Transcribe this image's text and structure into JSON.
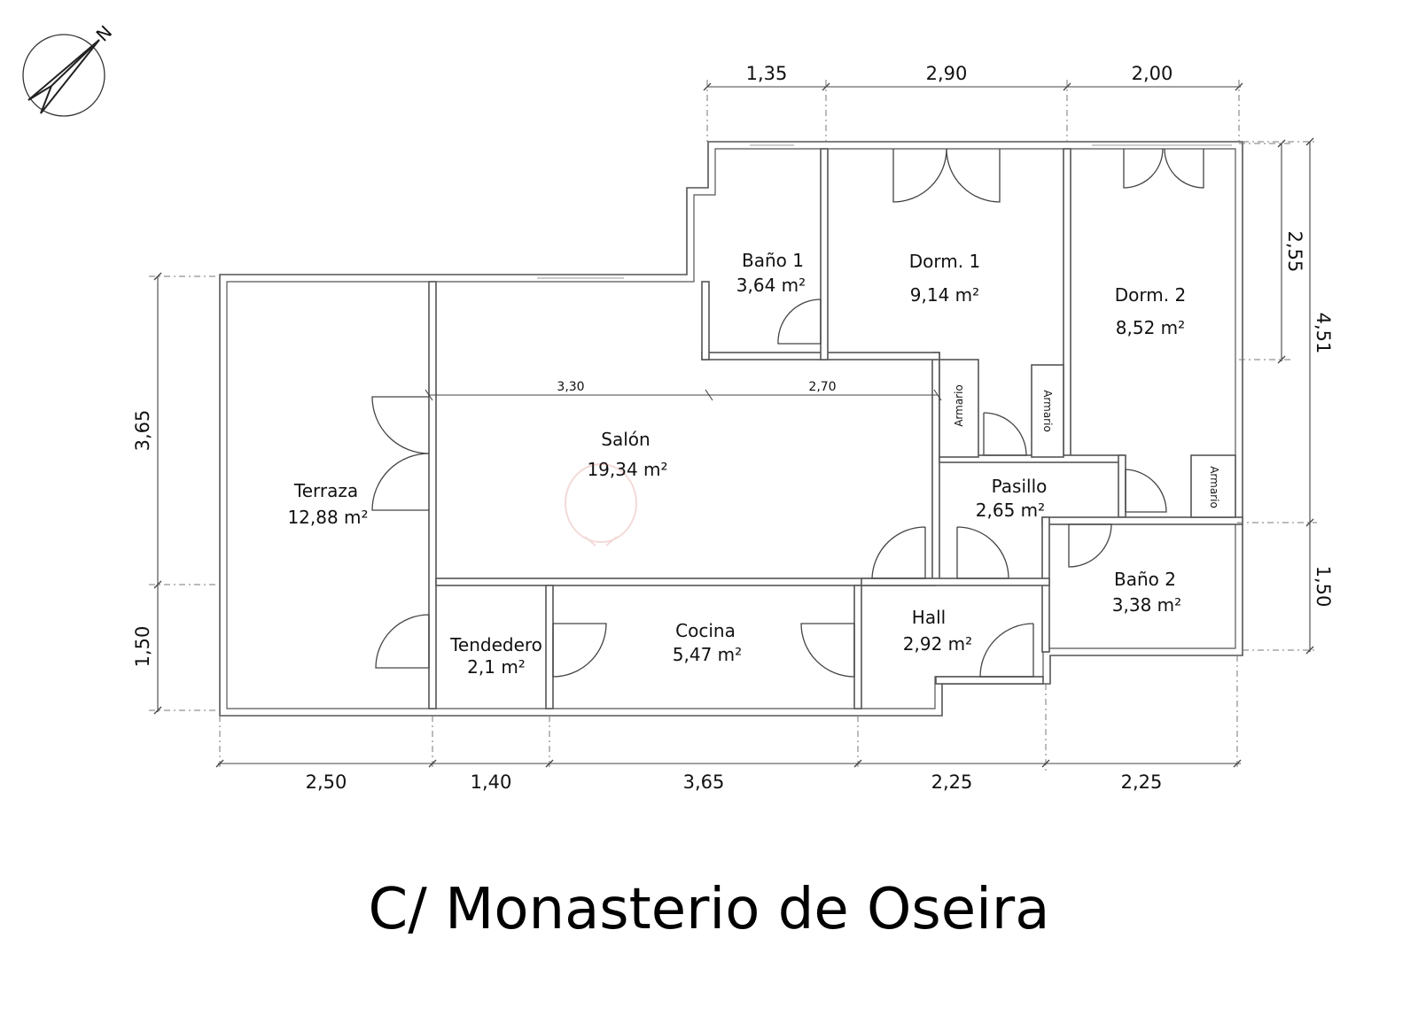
{
  "street": "C/ Monasterio de Oseira",
  "compass_label": "N",
  "rooms": [
    {
      "name": "Baño 1",
      "area": "3,64 m²"
    },
    {
      "name": "Dorm. 1",
      "area": "9,14 m²"
    },
    {
      "name": "Dorm. 2",
      "area": "8,52 m²"
    },
    {
      "name": "Salón",
      "area": "19,34 m²"
    },
    {
      "name": "Terraza",
      "area": "12,88 m²"
    },
    {
      "name": "Pasillo",
      "area": "2,65 m²"
    },
    {
      "name": "Baño 2",
      "area": "3,38 m²"
    },
    {
      "name": "Tendedero",
      "area": "2,1 m²"
    },
    {
      "name": "Cocina",
      "area": "5,47 m²"
    },
    {
      "name": "Hall",
      "area": "2,92 m²"
    }
  ],
  "closets": [
    "Armario",
    "Armario",
    "Armario"
  ],
  "dimensions": {
    "top": [
      "1,35",
      "2,90",
      "2,00"
    ],
    "bottom": [
      "2,50",
      "1,40",
      "3,65",
      "2,25",
      "2,25"
    ],
    "left": [
      "3,65",
      "1,50"
    ],
    "right_inner": "2,55",
    "right_outer": [
      "4,51",
      "1,50"
    ],
    "salon": [
      "3,30",
      "2,70"
    ]
  }
}
